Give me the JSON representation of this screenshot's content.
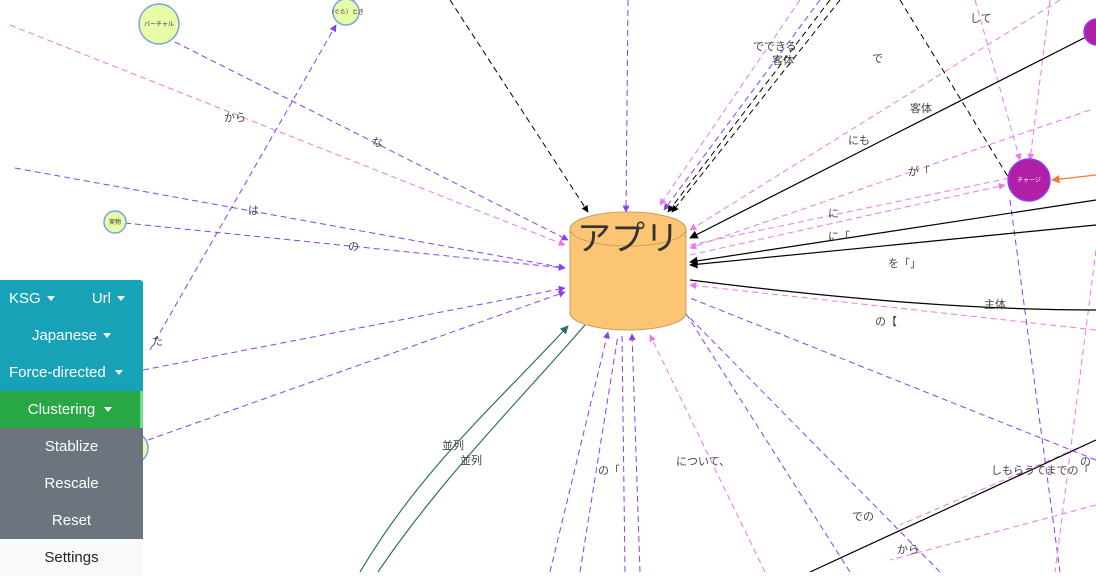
{
  "menu": {
    "ksg_label": "KSG",
    "url_label": "Url",
    "language_label": "Japanese",
    "layout_label": "Force-directed",
    "clustering_label": "Clustering",
    "stablize_label": "Stablize",
    "rescale_label": "Rescale",
    "reset_label": "Reset",
    "settings_label": "Settings"
  },
  "graph": {
    "central_node": "アプリ",
    "nodes": {
      "virtual": "バーチャル",
      "kuota": "（ぐた）とき",
      "real": "実物",
      "charge": "チャージ"
    },
    "edge_labels": [
      {
        "id": "e1",
        "text": "から"
      },
      {
        "id": "e2",
        "text": "な"
      },
      {
        "id": "e3",
        "text": "は"
      },
      {
        "id": "e4",
        "text": "の"
      },
      {
        "id": "e5",
        "text": "た"
      },
      {
        "id": "e6",
        "text": "でできる"
      },
      {
        "id": "e7",
        "text": "客体"
      },
      {
        "id": "e8",
        "text": "で"
      },
      {
        "id": "e9",
        "text": "して"
      },
      {
        "id": "e10",
        "text": "客体"
      },
      {
        "id": "e11",
        "text": "にも"
      },
      {
        "id": "e12",
        "text": "が「"
      },
      {
        "id": "e13",
        "text": "に"
      },
      {
        "id": "e14",
        "text": "に「"
      },
      {
        "id": "e15",
        "text": "を「」"
      },
      {
        "id": "e16",
        "text": "主体"
      },
      {
        "id": "e17",
        "text": "の【"
      },
      {
        "id": "e18",
        "text": "並列"
      },
      {
        "id": "e19",
        "text": "並列"
      },
      {
        "id": "e20",
        "text": "の「"
      },
      {
        "id": "e21",
        "text": "について、"
      },
      {
        "id": "e22",
        "text": "での"
      },
      {
        "id": "e23",
        "text": "から"
      },
      {
        "id": "e24",
        "text": "しもらうてまでの「"
      },
      {
        "id": "e25",
        "text": "の"
      }
    ]
  }
}
